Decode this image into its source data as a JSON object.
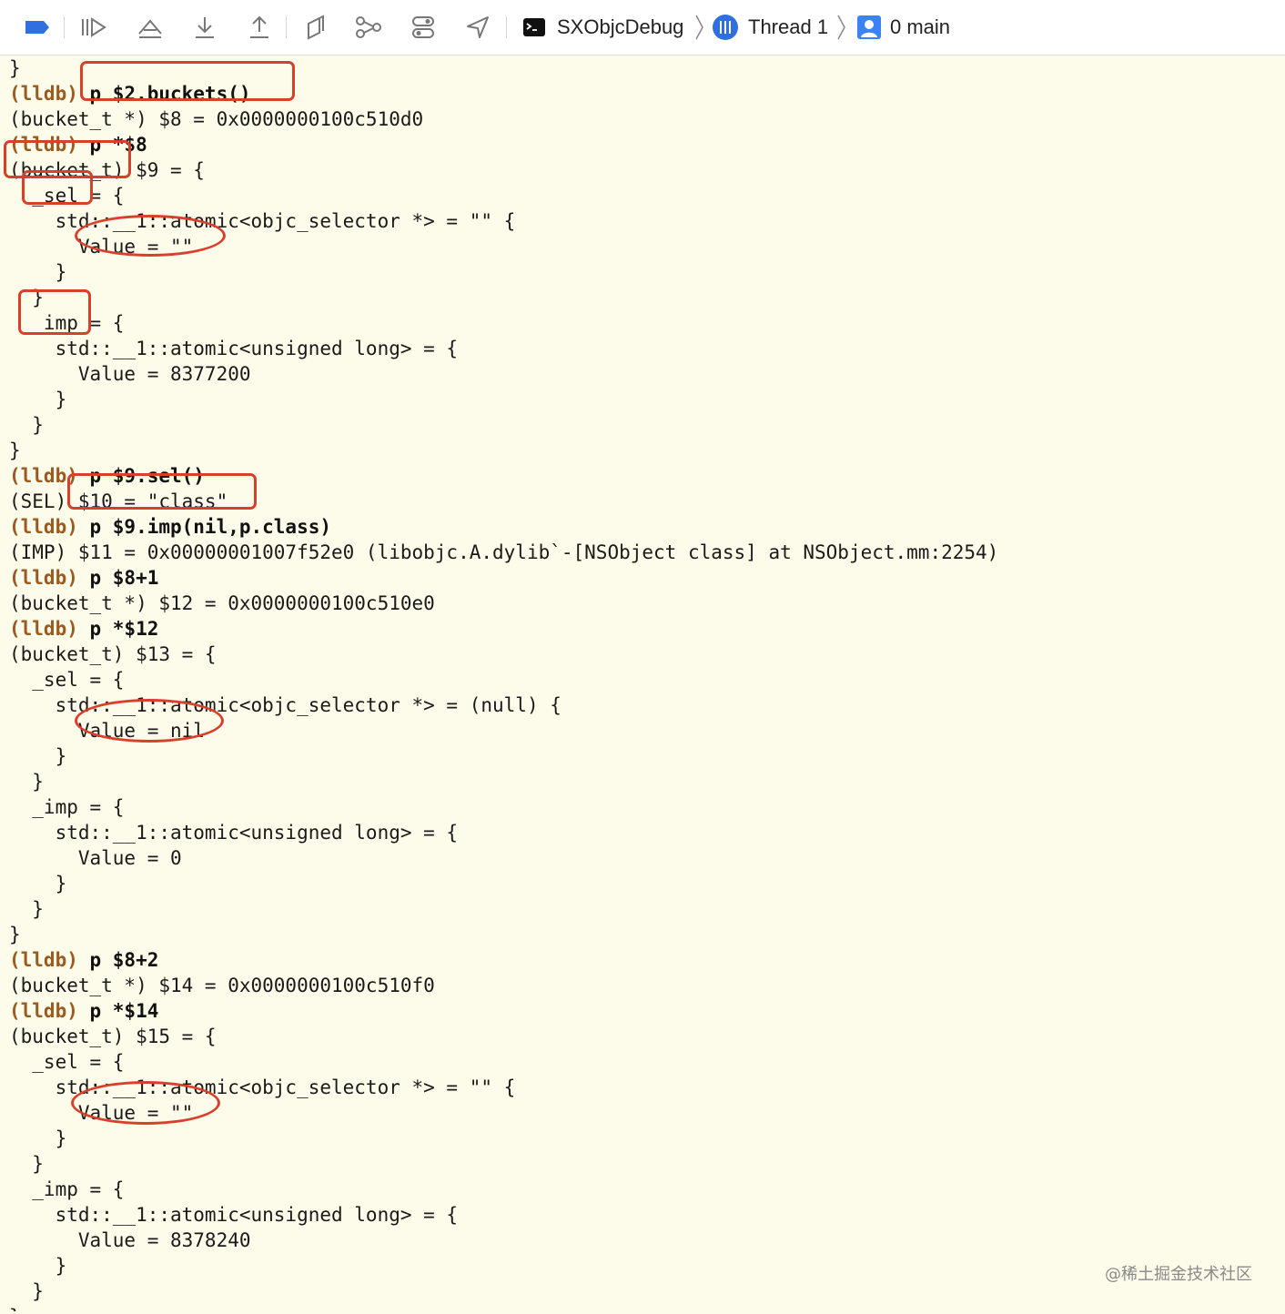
{
  "toolbar": {
    "icons": [
      "breakpoint-toggle-icon",
      "continue-icon",
      "step-over-icon",
      "step-into-icon",
      "step-out-icon",
      "view-debugger-icon",
      "memory-graph-icon",
      "environment-overrides-icon",
      "simulate-location-icon"
    ],
    "crumbs": {
      "target": "SXObjcDebug",
      "thread": "Thread 1",
      "frame": "0 main"
    }
  },
  "console": {
    "lines": [
      {
        "plain": "}"
      },
      {
        "prompt": "(lldb)",
        "cmd": " p $2.buckets()"
      },
      {
        "plain": "(bucket_t *) $8 = 0x0000000100c510d0"
      },
      {
        "prompt": "(lldb)",
        "cmd": " p *$8"
      },
      {
        "plain": "(bucket_t) $9 = {"
      },
      {
        "plain": "  _sel = {"
      },
      {
        "plain": "    std::__1::atomic<objc_selector *> = \"\" {"
      },
      {
        "plain": "      Value = \"\""
      },
      {
        "plain": "    }"
      },
      {
        "plain": "  }"
      },
      {
        "plain": "  _imp = {"
      },
      {
        "plain": "    std::__1::atomic<unsigned long> = {"
      },
      {
        "plain": "      Value = 8377200"
      },
      {
        "plain": "    }"
      },
      {
        "plain": "  }"
      },
      {
        "plain": "}"
      },
      {
        "prompt": "(lldb)",
        "cmd": " p $9.sel()"
      },
      {
        "plain": "(SEL) $10 = \"class\""
      },
      {
        "prompt": "(lldb)",
        "cmd": " p $9.imp(nil,p.class)"
      },
      {
        "plain": "(IMP) $11 = 0x00000001007f52e0 (libobjc.A.dylib`-[NSObject class] at NSObject.mm:2254)"
      },
      {
        "prompt": "(lldb)",
        "cmd": " p $8+1"
      },
      {
        "plain": "(bucket_t *) $12 = 0x0000000100c510e0"
      },
      {
        "prompt": "(lldb)",
        "cmd": " p *$12"
      },
      {
        "plain": "(bucket_t) $13 = {"
      },
      {
        "plain": "  _sel = {"
      },
      {
        "plain": "    std::__1::atomic<objc_selector *> = (null) {"
      },
      {
        "plain": "      Value = nil"
      },
      {
        "plain": "    }"
      },
      {
        "plain": "  }"
      },
      {
        "plain": "  _imp = {"
      },
      {
        "plain": "    std::__1::atomic<unsigned long> = {"
      },
      {
        "plain": "      Value = 0"
      },
      {
        "plain": "    }"
      },
      {
        "plain": "  }"
      },
      {
        "plain": "}"
      },
      {
        "prompt": "(lldb)",
        "cmd": " p $8+2"
      },
      {
        "plain": "(bucket_t *) $14 = 0x0000000100c510f0"
      },
      {
        "prompt": "(lldb)",
        "cmd": " p *$14"
      },
      {
        "plain": "(bucket_t) $15 = {"
      },
      {
        "plain": "  _sel = {"
      },
      {
        "plain": "    std::__1::atomic<objc_selector *> = \"\" {"
      },
      {
        "plain": "      Value = \"\""
      },
      {
        "plain": "    }"
      },
      {
        "plain": "  }"
      },
      {
        "plain": "  _imp = {"
      },
      {
        "plain": "    std::__1::atomic<unsigned long> = {"
      },
      {
        "plain": "      Value = 8378240"
      },
      {
        "plain": "    }"
      },
      {
        "plain": "  }"
      },
      {
        "plain": "}"
      }
    ]
  },
  "watermark": "@稀土掘金技术社区",
  "colors": {
    "console_background": "#fdfbe9",
    "prompt": "#9c5a1e",
    "annotation": "#d9402c",
    "breakpoint_blue": "#2f6fe0"
  }
}
